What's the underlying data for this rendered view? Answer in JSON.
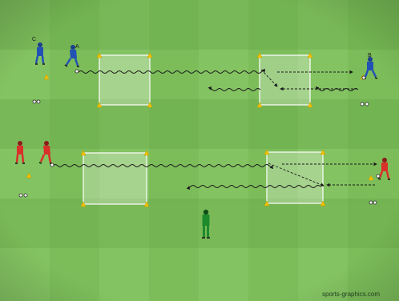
{
  "drill": {
    "labels": {
      "c": "C",
      "a": "A",
      "b": "B"
    },
    "credit": "sports-graphics.com",
    "colors": {
      "grass_light": "#83c262",
      "grass_dark": "#6fb04f",
      "line": "#ffffff",
      "cone": "#f2c200",
      "team_blue": "#2352b5",
      "team_red": "#d9302a",
      "coach": "#1d8a2c"
    }
  }
}
